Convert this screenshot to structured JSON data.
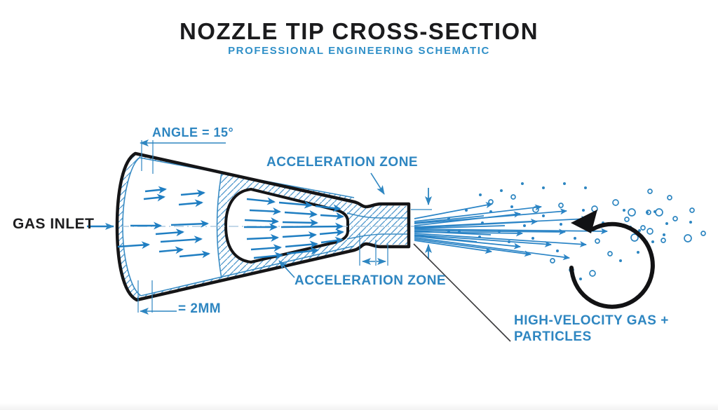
{
  "header": {
    "title": "NOZZLE TIP CROSS-SECTION",
    "subtitle": "PROFESSIONAL ENGINEERING SCHEMATIC"
  },
  "labels": {
    "gas_inlet": "GAS INLET",
    "angle": "ANGLE = 15°",
    "acceleration_zone_top": "ACCELERATION ZONE",
    "acceleration_zone_bottom": "ACCELERATION ZONE",
    "throat_diameter": "= 2MM",
    "high_velocity_line1": "HIGH-VELOCITY GAS +",
    "high_velocity_line2": "PARTICLES"
  },
  "icons": {
    "flow_arrow": "right-arrow",
    "dimension_arrow": "dimension-arrow",
    "leader_arrow": "leader-arrow",
    "recirculation": "swirl-arrow",
    "spray": "particle-jet"
  },
  "colors": {
    "ink": "#1b1b1d",
    "label_blue": "#2e86c1",
    "arrow_blue": "#1f7ec2",
    "hatch_blue": "#4e97cb",
    "background": "#ffffff"
  }
}
